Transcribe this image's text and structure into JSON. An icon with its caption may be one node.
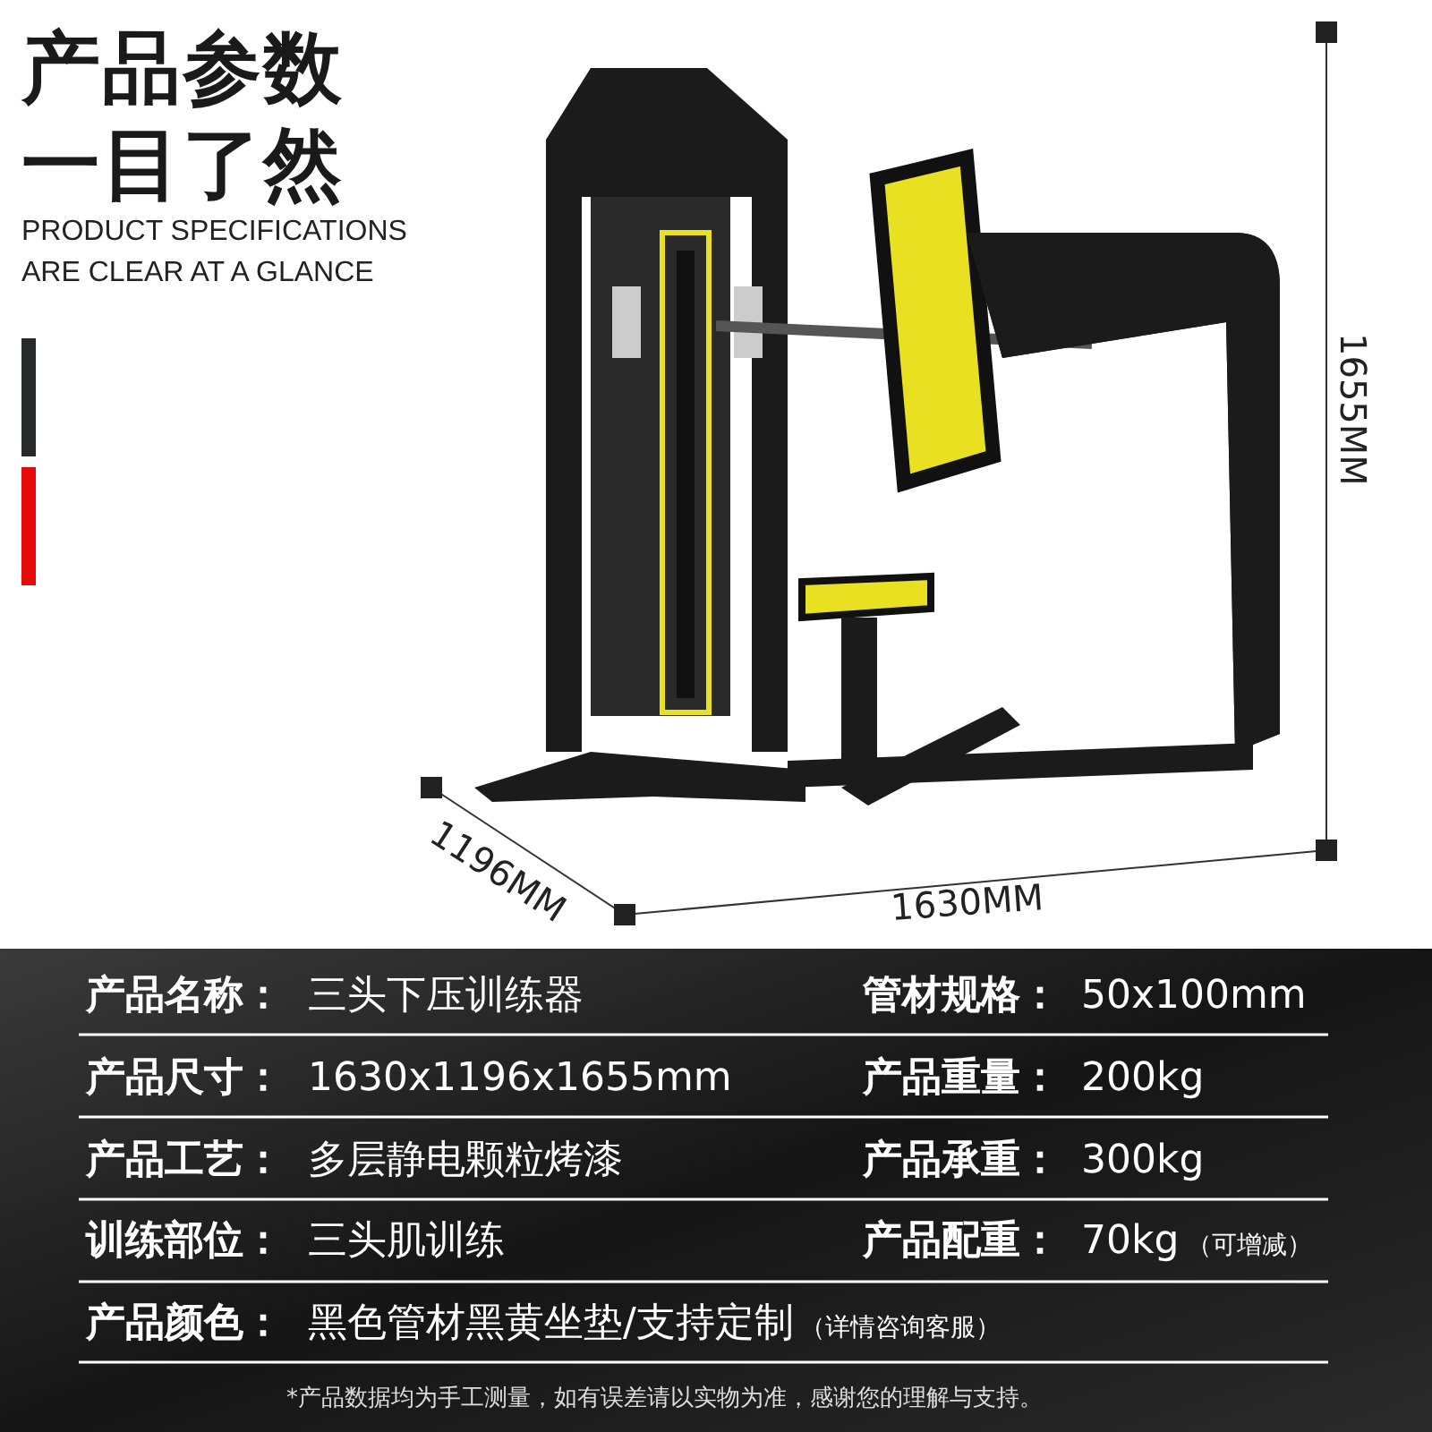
{
  "diagram": {
    "title": "产品参数一目了然",
    "labels": [
      "PRODUCT SPECIFICATIONS ARE CLEAR AT A GLANCE",
      "1655MM",
      "1196MM",
      "1630MM",
      "产品名称：",
      "三头下压训练器",
      "管材规格：",
      "50x100mm",
      "产品尺寸：",
      "1630x1196x1655mm",
      "产品重量：",
      "200kg",
      "产品工艺：",
      "多层静电颗粒烤漆",
      "产品承重：",
      "300kg",
      "训练部位：",
      "三头肌训练",
      "产品配重：",
      "70kg",
      "（可增减）",
      "产品颜色：",
      "黑色管材黑黄坐垫/支持定制",
      "（详情咨询客服）",
      "*产品数据均为手工测量，如有误差请以实物为准，感谢您的理解与支持。"
    ]
  }
}
